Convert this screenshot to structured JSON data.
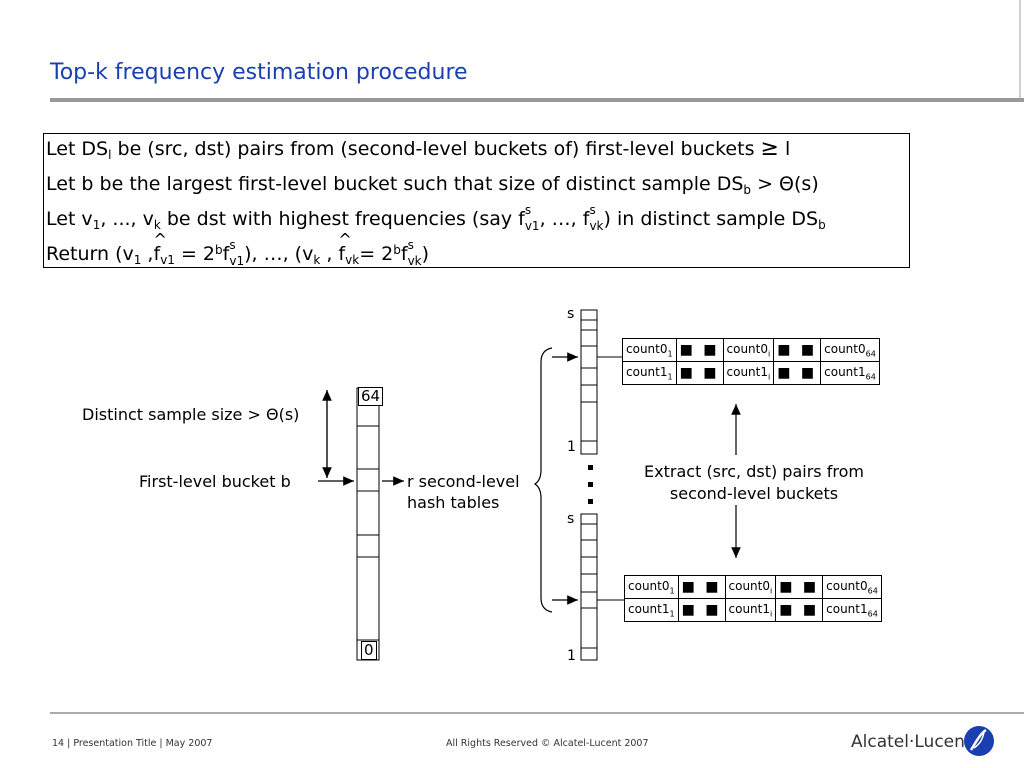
{
  "slide": {
    "title": "Top-k frequency estimation procedure"
  },
  "procedure": {
    "line1_a": "Let DS",
    "line1_sub": "l",
    "line1_b": " be (src, dst) pairs from (second-level buckets of) first-level buckets ",
    "line1_geq": "≥",
    "line1_c": " l",
    "line2_a": "Let b be the largest first-level bucket such that size of distinct sample DS",
    "line2_sub": "b",
    "line2_b": " > Θ(s)",
    "line3_a": "Let v",
    "line3_sub1": "1",
    "line3_b": ", ..., v",
    "line3_subk": "k",
    "line3_c": "  be dst with highest frequencies (say f",
    "line3_sup1": "s",
    "line3_subv1": "v1",
    "line3_d": ", …, f",
    "line3_sup2": "s",
    "line3_subvk": "vk",
    "line3_e": ") in distinct sample DS",
    "line3_subb": "b",
    "line4_a": "Return (v",
    "line4_sub1": "1",
    "line4_b": " ,",
    "line4_f1": "f",
    "line4_subv1": "v1",
    "line4_c": " = 2",
    "line4_supb1": "b",
    "line4_f1b": "f",
    "line4_sups1": "s",
    "line4_subv1b": "v1",
    "line4_d": "), …, (v",
    "line4_subk": "k",
    "line4_e": " , ",
    "line4_fk": "f",
    "line4_subvk": "vk",
    "line4_f": "= 2",
    "line4_supb2": "b",
    "line4_fkb": "f",
    "line4_sups2": "s",
    "line4_subvkb": "vk",
    "line4_g": ")",
    "hat": "^"
  },
  "diagram": {
    "distinct_label": "Distinct sample size > Θ(s)",
    "first_level_label": "First-level bucket b",
    "second_level_label_1": "r second-level",
    "second_level_label_2": "hash tables",
    "bucket_top": "64",
    "bucket_bottom": "0",
    "hash_top_label": "s",
    "hash_bottom_label": "1",
    "extract_label_1": "Extract (src, dst) pairs from",
    "extract_label_2": "second-level buckets",
    "table_top": {
      "count0_1": "count0",
      "count0_1_sub": "1",
      "count0_i": "count0",
      "count0_i_sub": "i",
      "count0_64": "count0",
      "count0_64_sub": "64",
      "count1_1": "count1",
      "count1_1_sub": "1",
      "count1_i": "count1",
      "count1_i_sub": "i",
      "count1_64": "count1",
      "count1_64_sub": "64"
    },
    "table_bottom": {
      "count0_1": "count0",
      "count0_1_sub": "1",
      "count0_i": "count0",
      "count0_i_sub": "i",
      "count0_64": "count0",
      "count0_64_sub": "64",
      "count1_1": "count1",
      "count1_1_sub": "1",
      "count1_i": "count1",
      "count1_i_sub": "i",
      "count1_64": "count1",
      "count1_64_sub": "64"
    },
    "dots": "■ ■"
  },
  "footer": {
    "left": "14 | Presentation Title | May 2007",
    "center": "All Rights Reserved © Alcatel-Lucent 2007",
    "logo_text": "Alcatel·Lucent"
  },
  "colors": {
    "title": "#1a3fb0",
    "rule": "#9a9a9a",
    "logo_circle": "#1a3fb0"
  }
}
